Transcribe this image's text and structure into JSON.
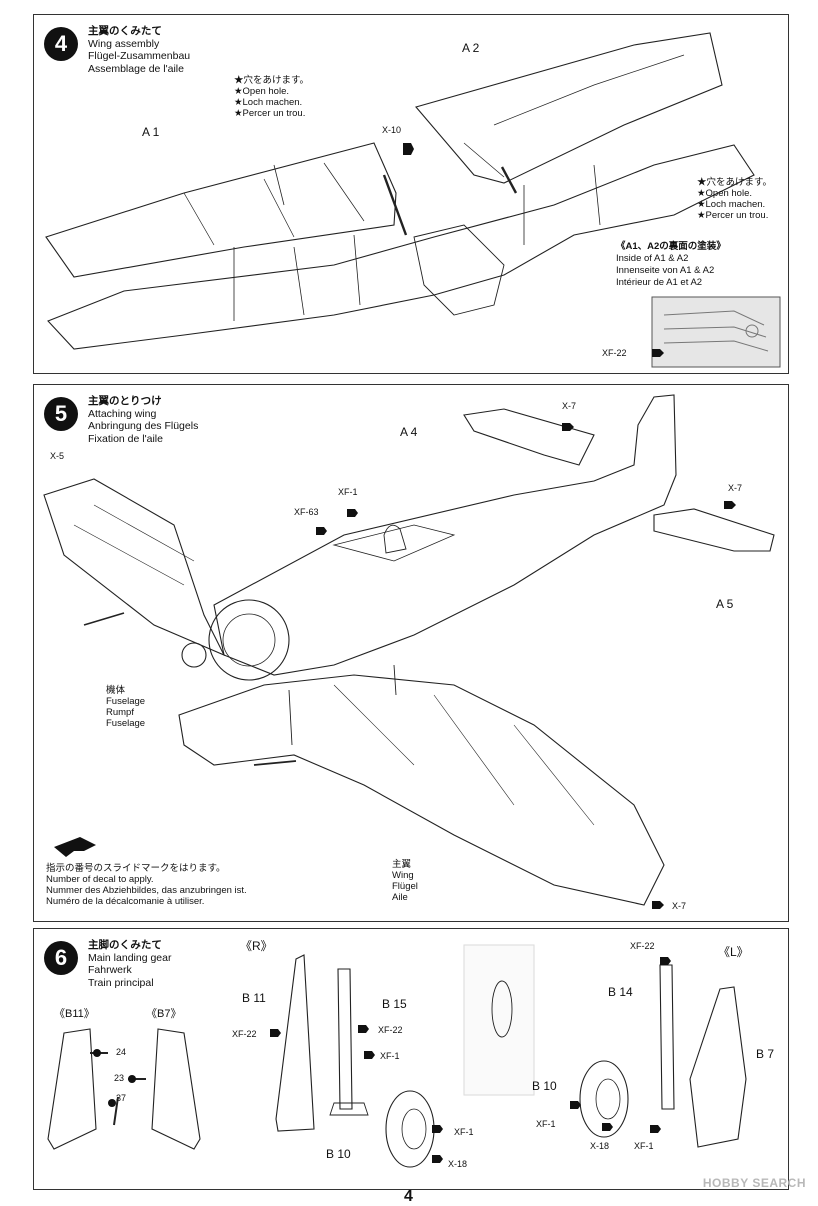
{
  "step4": {
    "number": "4",
    "title_jp": "主翼のくみたて",
    "title_en": "Wing assembly",
    "title_de": "Flügel-Zusammenbau",
    "title_fr": "Assemblage de l'aile",
    "part_a1": "A 1",
    "part_a2": "A 2",
    "hole_note_left": [
      "★穴をあけます。",
      "★Open hole.",
      "★Loch machen.",
      "★Percer un trou."
    ],
    "hole_note_right": [
      "★穴をあけます。",
      "★Open hole.",
      "★Loch machen.",
      "★Percer un trou."
    ],
    "screw": "X-10",
    "inset_title_jp": "《A1、A2の裏面の塗装》",
    "inset_en": "Inside of A1 & A2",
    "inset_de": "Innenseite von A1 & A2",
    "inset_fr": "Intérieur de A1 et A2",
    "inset_paint": "XF-22"
  },
  "step5": {
    "number": "5",
    "title_jp": "主翼のとりつけ",
    "title_en": "Attaching wing",
    "title_de": "Anbringung des Flügels",
    "title_fr": "Fixation de l'aile",
    "part_a4": "A 4",
    "part_a5": "A 5",
    "decal_x7_top": "X-7",
    "decal_x7_right": "X-7",
    "decal_x5": "X-5",
    "paint_xf1": "XF-1",
    "paint_xf63": "XF-63",
    "fuselage_jp": "機体",
    "fuselage_en": "Fuselage",
    "fuselage_de": "Rumpf",
    "fuselage_fr": "Fuselage",
    "wing_jp": "主翼",
    "wing_en": "Wing",
    "wing_de": "Flügel",
    "wing_fr": "Aile",
    "decal_x7_bottom": "X-7",
    "decal_note_jp": "指示の番号のスライドマークをはります。",
    "decal_note_en": "Number of decal to apply.",
    "decal_note_de": "Nummer des Abziehbildes, das anzubringen ist.",
    "decal_note_fr": "Numéro de la décalcomanie à utiliser."
  },
  "step6": {
    "number": "6",
    "title_jp": "主脚のくみたて",
    "title_en": "Main landing gear",
    "title_de": "Fahrwerk",
    "title_fr": "Train principal",
    "label_b11_inset": "《B11》",
    "label_b7_inset": "《B7》",
    "decal_24": "24",
    "decal_23": "23",
    "decal_37": "37",
    "label_r": "《R》",
    "label_l": "《L》",
    "r_b11": "B 11",
    "r_b15": "B 15",
    "r_xf22_left": "XF-22",
    "r_xf22_right": "XF-22",
    "r_xf1_upper": "XF-1",
    "r_xf1_lower": "XF-1",
    "r_b10": "B 10",
    "r_x18": "X-18",
    "l_xf22": "XF-22",
    "l_b14": "B 14",
    "l_b7": "B 7",
    "l_b10": "B 10",
    "l_xf1_left": "XF-1",
    "l_x18": "X-18",
    "l_xf1_bottom": "XF-1"
  },
  "footer": {
    "page_number": "4",
    "watermark": "HOBBY SEARCH"
  }
}
